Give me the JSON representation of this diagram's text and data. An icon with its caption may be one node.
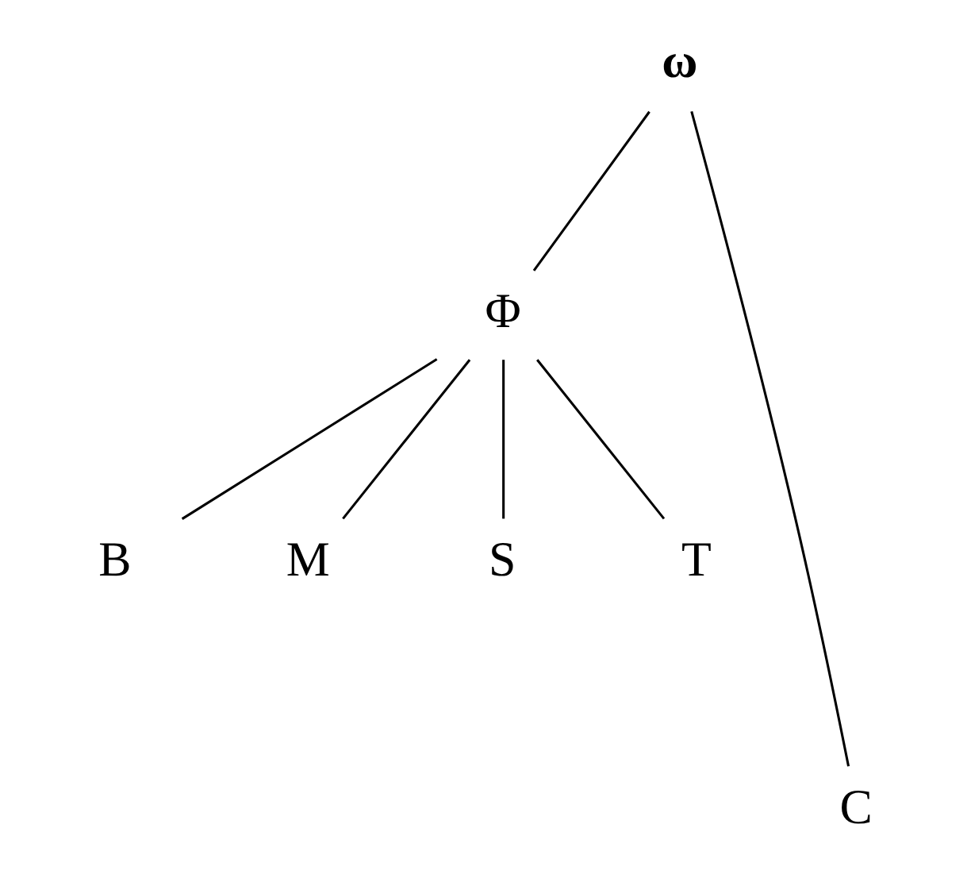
{
  "diagram": {
    "nodes": [
      {
        "text": [
          "ω"
        ]
      },
      {
        "text": [
          "Φ"
        ]
      },
      {
        "text": [
          "B"
        ]
      },
      {
        "text": [
          "M"
        ]
      },
      {
        "text": [
          "S"
        ]
      },
      {
        "text": [
          "T"
        ]
      },
      {
        "text": [
          "C"
        ]
      }
    ],
    "edges": [
      {
        "from": 0,
        "to": 1,
        "arrow": "none"
      },
      {
        "from": 0,
        "to": 6,
        "arrow": "none"
      },
      {
        "from": 1,
        "to": 2,
        "arrow": "none"
      },
      {
        "from": 1,
        "to": 3,
        "arrow": "none"
      },
      {
        "from": 1,
        "to": 4,
        "arrow": "none"
      },
      {
        "from": 1,
        "to": 5,
        "arrow": "none"
      }
    ]
  }
}
